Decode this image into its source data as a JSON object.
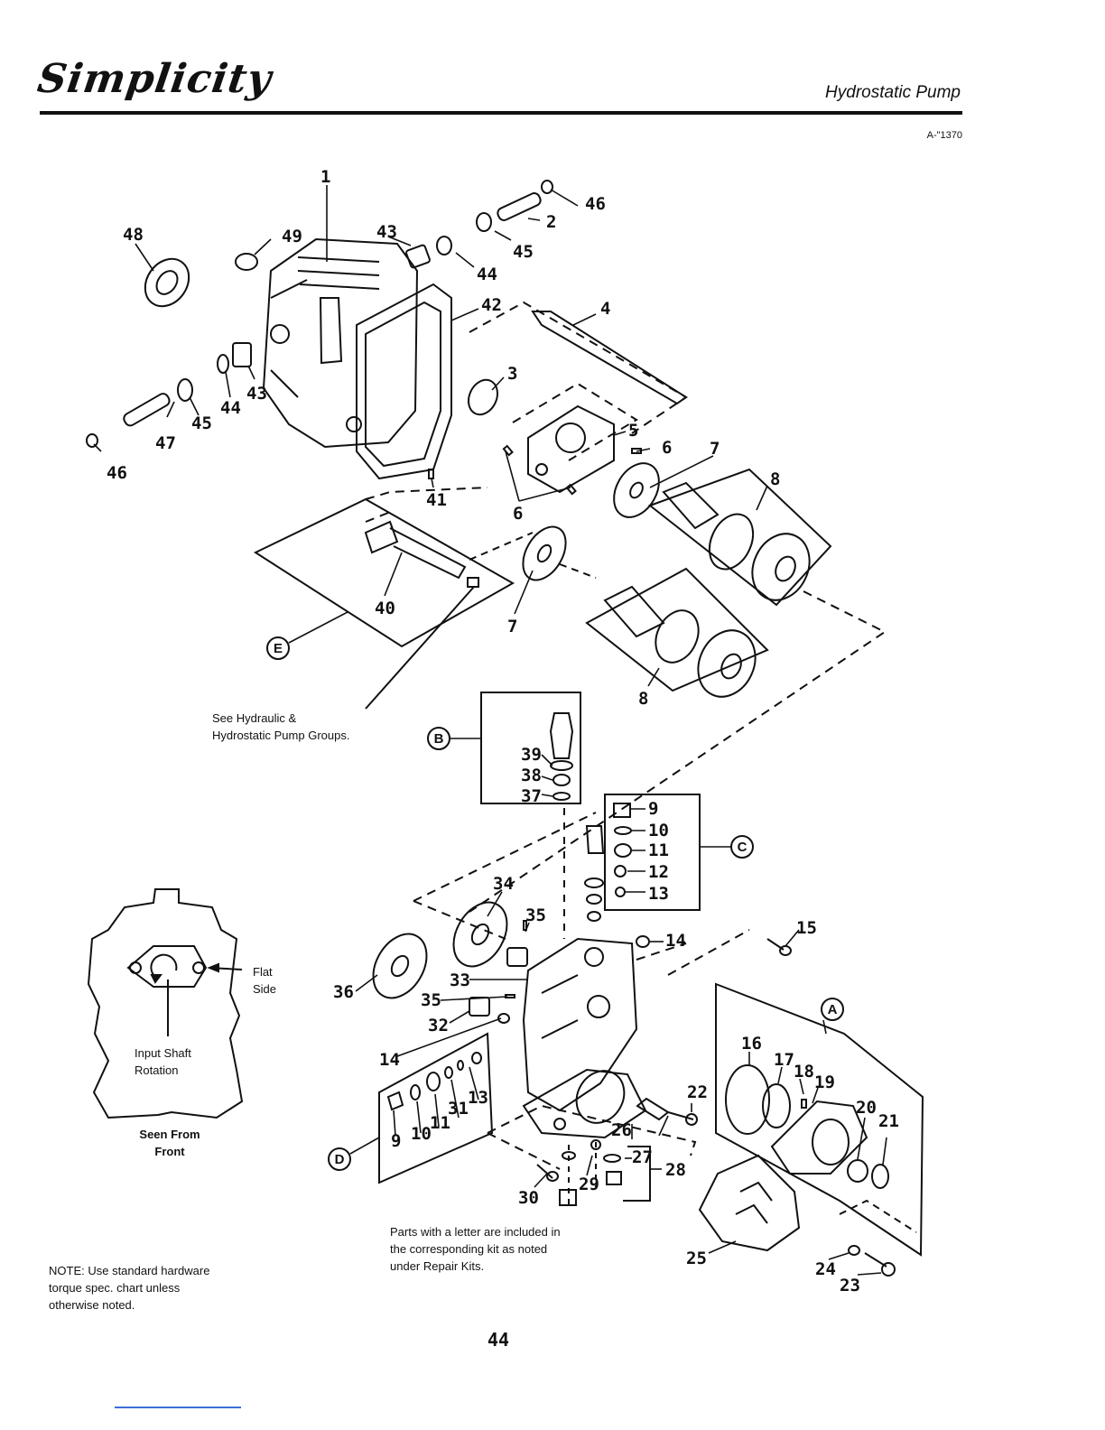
{
  "header": {
    "brand": "Simplicity",
    "title": "Hydrostatic Pump",
    "figure_code": "A-\"1370"
  },
  "callouts": [
    {
      "id": "c1",
      "label": "1"
    },
    {
      "id": "c2",
      "label": "2"
    },
    {
      "id": "c3",
      "label": "3"
    },
    {
      "id": "c4",
      "label": "4"
    },
    {
      "id": "c5",
      "label": "5"
    },
    {
      "id": "c6a",
      "label": "6"
    },
    {
      "id": "c6b",
      "label": "6"
    },
    {
      "id": "c7a",
      "label": "7"
    },
    {
      "id": "c7b",
      "label": "7"
    },
    {
      "id": "c8a",
      "label": "8"
    },
    {
      "id": "c8b",
      "label": "8"
    },
    {
      "id": "c9a",
      "label": "9"
    },
    {
      "id": "c9b",
      "label": "9"
    },
    {
      "id": "c10a",
      "label": "10"
    },
    {
      "id": "c10b",
      "label": "10"
    },
    {
      "id": "c11a",
      "label": "11"
    },
    {
      "id": "c11b",
      "label": "11"
    },
    {
      "id": "c12",
      "label": "12"
    },
    {
      "id": "c13a",
      "label": "13"
    },
    {
      "id": "c13b",
      "label": "13"
    },
    {
      "id": "c14a",
      "label": "14"
    },
    {
      "id": "c14b",
      "label": "14"
    },
    {
      "id": "c15",
      "label": "15"
    },
    {
      "id": "c16",
      "label": "16"
    },
    {
      "id": "c17",
      "label": "17"
    },
    {
      "id": "c18",
      "label": "18"
    },
    {
      "id": "c19",
      "label": "19"
    },
    {
      "id": "c20",
      "label": "20"
    },
    {
      "id": "c21",
      "label": "21"
    },
    {
      "id": "c22",
      "label": "22"
    },
    {
      "id": "c23",
      "label": "23"
    },
    {
      "id": "c24",
      "label": "24"
    },
    {
      "id": "c25",
      "label": "25"
    },
    {
      "id": "c26",
      "label": "26"
    },
    {
      "id": "c27",
      "label": "27"
    },
    {
      "id": "c28",
      "label": "28"
    },
    {
      "id": "c29",
      "label": "29"
    },
    {
      "id": "c30",
      "label": "30"
    },
    {
      "id": "c31",
      "label": "31"
    },
    {
      "id": "c32",
      "label": "32"
    },
    {
      "id": "c33",
      "label": "33"
    },
    {
      "id": "c34",
      "label": "34"
    },
    {
      "id": "c35a",
      "label": "35"
    },
    {
      "id": "c35b",
      "label": "35"
    },
    {
      "id": "c36",
      "label": "36"
    },
    {
      "id": "c37",
      "label": "37"
    },
    {
      "id": "c38",
      "label": "38"
    },
    {
      "id": "c39",
      "label": "39"
    },
    {
      "id": "c40",
      "label": "40"
    },
    {
      "id": "c41",
      "label": "41"
    },
    {
      "id": "c42",
      "label": "42"
    },
    {
      "id": "c43a",
      "label": "43"
    },
    {
      "id": "c43b",
      "label": "43"
    },
    {
      "id": "c44a",
      "label": "44"
    },
    {
      "id": "c44b",
      "label": "44"
    },
    {
      "id": "c45a",
      "label": "45"
    },
    {
      "id": "c45b",
      "label": "45"
    },
    {
      "id": "c46a",
      "label": "46"
    },
    {
      "id": "c46b",
      "label": "46"
    },
    {
      "id": "c47",
      "label": "47"
    },
    {
      "id": "c48",
      "label": "48"
    },
    {
      "id": "c49",
      "label": "49"
    }
  ],
  "kits": {
    "A": "A",
    "B": "B",
    "C": "C",
    "D": "D",
    "E": "E"
  },
  "notes": {
    "see_groups": [
      "See Hydraulic &",
      "Hydrostatic Pump Groups."
    ],
    "flat_side": [
      "Flat",
      "Side"
    ],
    "input_shaft": [
      "Input Shaft",
      "Rotation"
    ],
    "seen_from": [
      "Seen From",
      "Front"
    ],
    "kit_note": [
      "Parts with a letter are included in",
      "the corresponding kit as noted",
      "under Repair Kits."
    ],
    "hardware_note": [
      "NOTE: Use standard hardware",
      "torque spec. chart unless",
      "otherwise noted."
    ]
  },
  "page_number": "44"
}
